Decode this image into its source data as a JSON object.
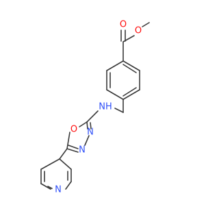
{
  "molecule": {
    "atom_labels": {
      "carbonyl_o": "O",
      "ester_o": "O",
      "amine_nh": "NH",
      "ring_o": "O",
      "ring_n3": "N",
      "ring_n4": "N",
      "pyridine_n": "N"
    },
    "colors": {
      "bond": "#3a3a3a",
      "oxygen": "#ff0d0d",
      "nitrogen": "#3050f8",
      "background": "#ffffff"
    }
  }
}
